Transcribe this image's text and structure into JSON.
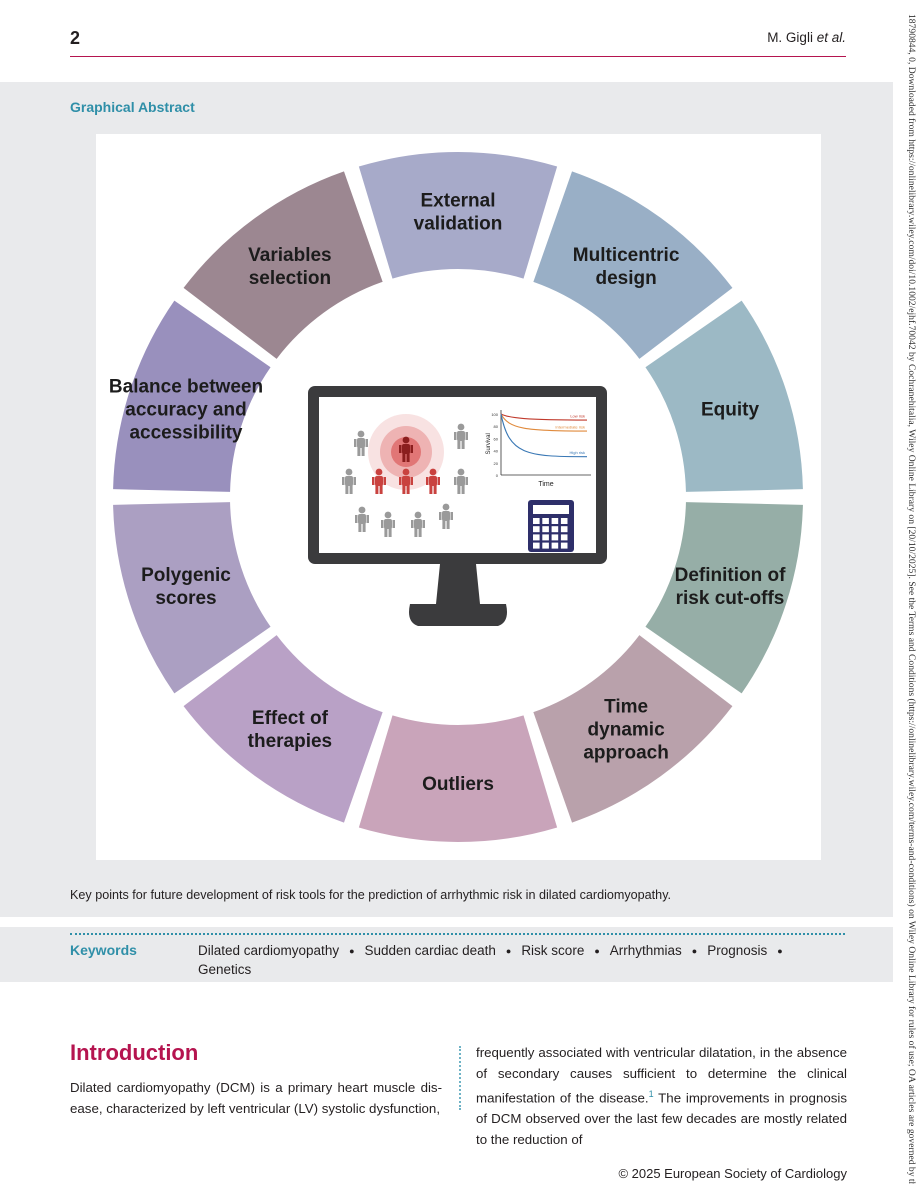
{
  "header": {
    "page_number": "2",
    "author_name": "M. Gigli",
    "author_suffix": "et al."
  },
  "side_note": "18790844, 0, Downloaded from https://onlinelibrary.wiley.com/doi/10.1002/ejhf.70042 by Cochranehitalia, Wiley Online Library on [20/10/2025]. See the Terms and Conditions (https://onlinelibrary.wiley.com/terms-and-conditions) on Wiley Online Library for rules of use; OA articles are governed by the applicable Creative Commons License",
  "graphical_abstract": {
    "title": "Graphical Abstract",
    "segments": [
      {
        "lines": [
          "External",
          "validation"
        ],
        "color": "#a7aac9"
      },
      {
        "lines": [
          "Multicentric",
          "design"
        ],
        "color": "#99afc6"
      },
      {
        "lines": [
          "Equity"
        ],
        "color": "#9cb9c5"
      },
      {
        "lines": [
          "Definition of",
          "risk cut-offs"
        ],
        "color": "#96aea7"
      },
      {
        "lines": [
          "Time",
          "dynamic",
          "approach"
        ],
        "color": "#b9a1ab"
      },
      {
        "lines": [
          "Outliers"
        ],
        "color": "#c9a4ba"
      },
      {
        "lines": [
          "Effect of",
          "therapies"
        ],
        "color": "#b9a1c6"
      },
      {
        "lines": [
          "Polygenic",
          "scores"
        ],
        "color": "#ab9fc2"
      },
      {
        "lines": [
          "Balance between",
          "accuracy and",
          "accessibility"
        ],
        "color": "#9990bd"
      },
      {
        "lines": [
          "Variables",
          "selection"
        ],
        "color": "#9c8791"
      }
    ],
    "monitor": {
      "chart": {
        "ylabel": "Survival",
        "xlabel": "Time",
        "y_ticks": [
          "100",
          "80",
          "60",
          "40",
          "20",
          "0"
        ],
        "curves": [
          {
            "name": "Low risk",
            "color": "#c0392b",
            "end": 0.9
          },
          {
            "name": "Intermediate risk",
            "color": "#e08a3c",
            "end": 0.72
          },
          {
            "name": "High risk",
            "color": "#3a78b5",
            "end": 0.3
          }
        ]
      }
    },
    "caption": "Key points for future development of risk tools for the prediction of arrhythmic risk in dilated cardiomyopathy."
  },
  "keywords": {
    "label": "Keywords",
    "items": [
      "Dilated cardiomyopathy",
      "Sudden cardiac death",
      "Risk score",
      "Arrhythmias",
      "Prognosis",
      "Genetics"
    ]
  },
  "introduction": {
    "heading": "Introduction",
    "left_lines": [
      "Dilated cardiomyopathy (DCM) is a primary heart muscle dis-",
      "ease, characterized by left ventricular (LV) systolic dysfunction,"
    ],
    "right_lines": [
      "frequently associated with ventricular dilatation, in the absence of",
      "secondary causes sufficient to determine the clinical manifestation",
      "of the disease."
    ],
    "ref_mark": "1",
    "right_continuation": [
      " The improvements in prognosis of DCM observed",
      "over the last few decades are mostly related to the reduction of"
    ]
  },
  "footer": {
    "copyright": "© 2025 European Society of Cardiology"
  }
}
